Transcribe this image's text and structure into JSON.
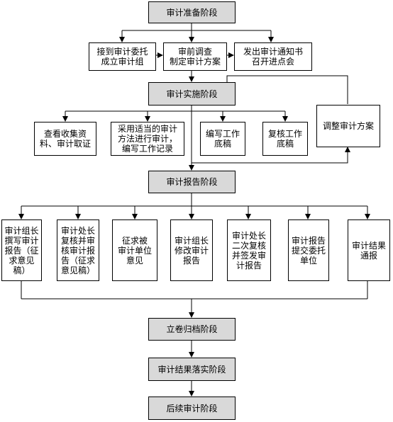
{
  "stages": {
    "prep": "审计准备阶段",
    "impl": "审计实施阶段",
    "report": "审计报告阶段",
    "archive": "立卷归档阶段",
    "follow_up": "审计结果落实阶段",
    "subsequent": "后续审计阶段"
  },
  "prep_steps": {
    "accept": "接到审计委托\n成立审计组",
    "pre_survey": "审前调查\n制定审计方案",
    "notice": "发出审计通知书\n召开进点会"
  },
  "impl_steps": {
    "collect": "查看收集资\n料、审计取证",
    "method": "采用适当的审计\n方法进行审计，\n编写工作记录",
    "draft": "编写工作\n底稿",
    "review": "复核工作\n底稿",
    "adjust": "调整审计方案"
  },
  "report_steps": {
    "leader_draft": "审计组长\n撰写审计\n报告（征\n求意见\n稿）",
    "chief_review": "审计处长\n复核并审\n核审计报\n告（征求\n意见稿）",
    "solicit": "征求被\n审计单位\n意见",
    "leader_revise": "审计组长\n修改审计\n报告",
    "chief_sign": "审计处长\n二次复核\n并签发审\n计报告",
    "submit": "审计报告\n提交委托\n单位",
    "notify": "审计结果\n通报"
  }
}
